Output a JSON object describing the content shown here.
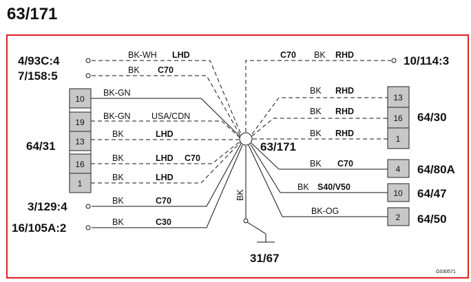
{
  "title": "63/171",
  "center_label": "63/171",
  "ground_label": "31/67",
  "vertical_wire_label": "BK",
  "reference_code": "G030571",
  "border_color": "#e02020",
  "pin_fill_color": "#c8c8c8",
  "left_terminals": [
    {
      "label": "4/93C:4",
      "color": "BK-WH",
      "variant": "LHD"
    },
    {
      "label": "7/158:5",
      "color": "BK",
      "variant": "C70"
    },
    {
      "label": "3/129:4",
      "color": "BK",
      "variant": "C70"
    },
    {
      "label": "16/105A:2",
      "color": "BK",
      "variant": "C30"
    }
  ],
  "left_connector": {
    "label": "64/31",
    "pins": [
      {
        "pin": "10",
        "color": "BK-GN",
        "variant": "",
        "variant2": ""
      },
      {
        "pin": "19",
        "color": "BK-GN",
        "variant": "USA/CDN",
        "variant2": ""
      },
      {
        "pin": "13",
        "color": "BK",
        "variant": "LHD",
        "variant2": ""
      },
      {
        "pin": "16",
        "color": "BK",
        "variant": "LHD",
        "variant2": "C70"
      },
      {
        "pin": "1",
        "color": "BK",
        "variant": "LHD",
        "variant2": ""
      }
    ]
  },
  "right_top_terminal": {
    "label": "10/114:3",
    "color": "BK",
    "variant": "C70",
    "variant2": "RHD"
  },
  "right_connector": {
    "label": "64/30",
    "pins": [
      {
        "pin": "13",
        "color": "BK",
        "variant": "RHD"
      },
      {
        "pin": "16",
        "color": "BK",
        "variant": "RHD"
      },
      {
        "pin": "1",
        "color": "BK",
        "variant": "RHD"
      }
    ]
  },
  "right_single_pins": [
    {
      "label": "64/80A",
      "pin": "4",
      "color": "BK",
      "variant": "C70"
    },
    {
      "label": "64/47",
      "pin": "10",
      "color": "BK",
      "variant": "S40/V50"
    },
    {
      "label": "64/50",
      "pin": "2",
      "color": "BK-OG",
      "variant": ""
    }
  ]
}
